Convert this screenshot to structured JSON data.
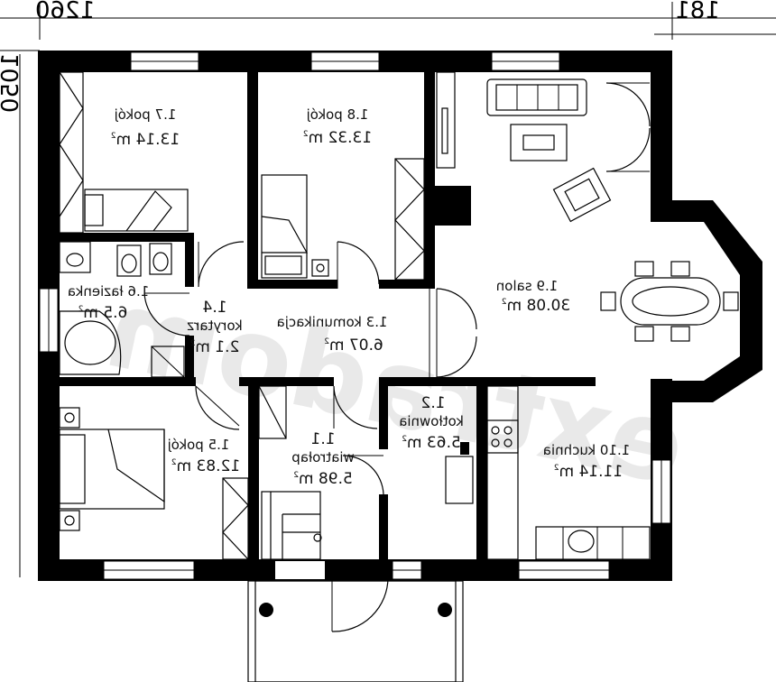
{
  "dimensions": {
    "width_label": "1260",
    "depth_label": "1050",
    "bay_label": "181"
  },
  "rooms": [
    {
      "id": "1.1",
      "name": "wiatrołap",
      "area": "5.98",
      "unit": "m"
    },
    {
      "id": "1.2",
      "name": "kotłownia",
      "area": "5.63",
      "unit": "m"
    },
    {
      "id": "1.3",
      "name": "komunikacja",
      "area": "6.07",
      "unit": "m"
    },
    {
      "id": "1.4",
      "name": "korytarz",
      "area": "2.1",
      "unit": "m"
    },
    {
      "id": "1.5",
      "name": "pokój",
      "area": "12.83",
      "unit": "m"
    },
    {
      "id": "1.6",
      "name": "łazienka",
      "area": "6.5",
      "unit": "m"
    },
    {
      "id": "1.7",
      "name": "pokój",
      "area": "13.14",
      "unit": "m"
    },
    {
      "id": "1.8",
      "name": "pokój",
      "area": "13.32",
      "unit": "m"
    },
    {
      "id": "1.9",
      "name": "salon",
      "area": "30.08",
      "unit": "m"
    },
    {
      "id": "1.10",
      "name": "kuchnia",
      "area": "11.14",
      "unit": "m"
    }
  ],
  "area_exponent": "2",
  "watermark": "extradom"
}
